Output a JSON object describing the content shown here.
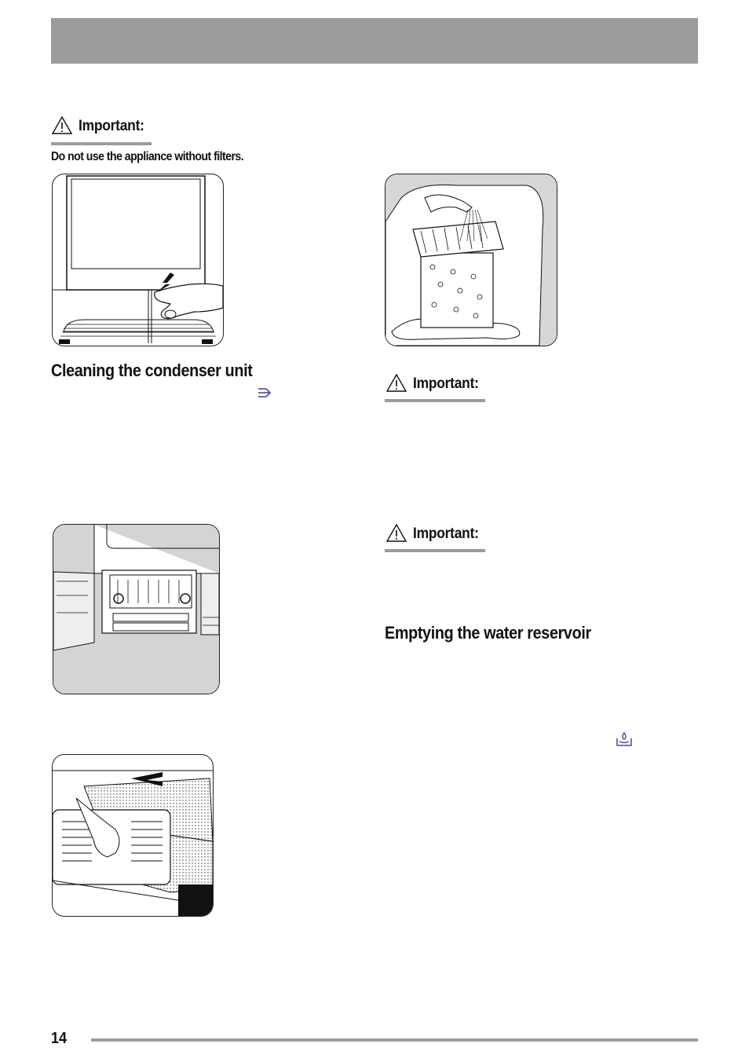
{
  "header": {
    "bar_color": "#9b9b9b"
  },
  "important_label": "Important:",
  "left": {
    "important_note": "Do not use the appliance without filters.",
    "heading_condenser": "Cleaning the condenser unit"
  },
  "right": {
    "heading_reservoir": "Emptying the water reservoir"
  },
  "icons": {
    "condenser_symbol": "condenser-arrows-icon",
    "reservoir_symbol": "water-reservoir-icon",
    "warning": "warning-triangle-icon"
  },
  "footer": {
    "page_number": "14"
  }
}
